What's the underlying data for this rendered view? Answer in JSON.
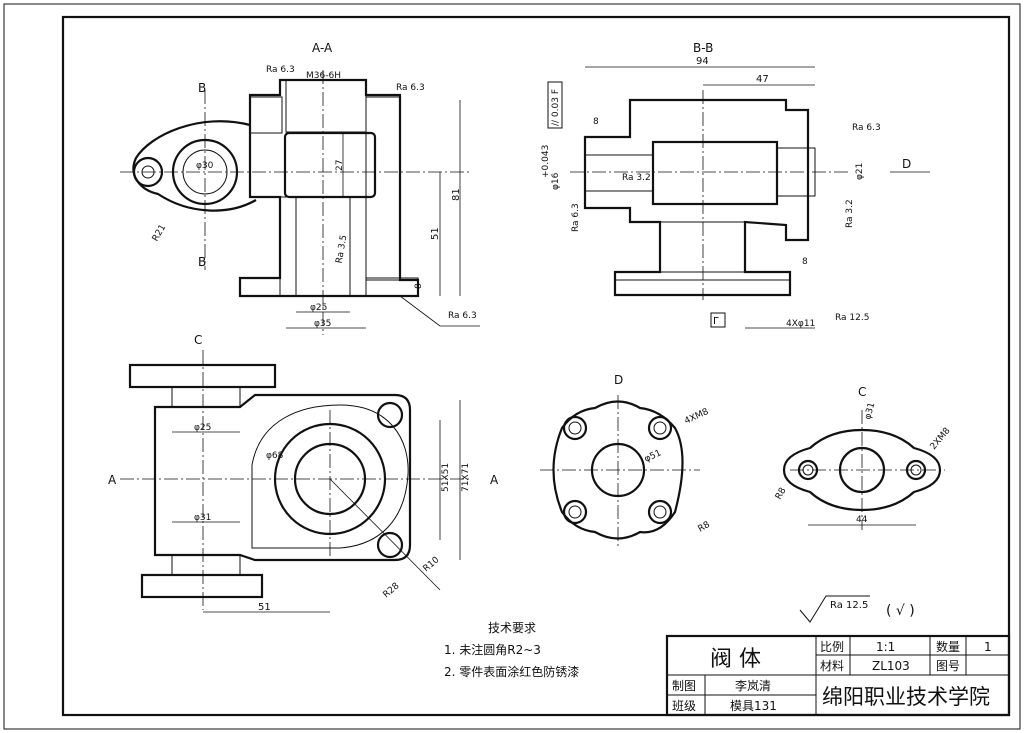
{
  "views": {
    "section_aa": "A-A",
    "section_bb": "B-B",
    "view_d": "D",
    "view_c": "C",
    "marks": {
      "b": "B",
      "a": "A",
      "c": "C",
      "d": "D"
    }
  },
  "dims_aa": {
    "thread": "M36-6H",
    "ra_top_left": "Ra 6.3",
    "ra_top_right": "Ra 6.3",
    "d30": "φ30",
    "r21": "R21",
    "h27": "27",
    "h51": "51",
    "h81": "81",
    "h8": "8",
    "ra35": "Ra 3.5",
    "d25": "φ25",
    "d35": "φ35",
    "ra_bottom": "Ra 6.3"
  },
  "dims_bb": {
    "w94": "94",
    "w47": "47",
    "w8_left": "8",
    "tol_frame": "// 0.03 F",
    "d16": "φ16",
    "d16_tol": "+0.043",
    "ra32_inner": "Ra 3.2",
    "ra63_left": "Ra 6.3",
    "d21": "φ21",
    "ra63_right": "Ra 6.3",
    "ra32_right": "Ra 3.2",
    "w8_right": "8",
    "datum": "Г",
    "holes": "4Xφ11",
    "ra125": "Ra 12.5"
  },
  "dims_top": {
    "d25": "φ25",
    "d31": "φ31",
    "d68": "φ68",
    "s51": "51X51",
    "s71": "71X71",
    "r10": "R10",
    "r28": "R28",
    "w51": "51"
  },
  "dims_d": {
    "holes": "4XM8",
    "d51": "φ51",
    "r8": "R8"
  },
  "dims_c": {
    "d31": "φ31",
    "holes": "2XM8",
    "r8": "R8",
    "w44": "44"
  },
  "general_finish": {
    "symbol": "Ra 12.5",
    "bracket": "( √ )"
  },
  "tech_req": {
    "title": "技术要求",
    "item1": "1. 未注圆角R2~3",
    "item2": "2. 零件表面涂红色防锈漆"
  },
  "title_block": {
    "part_name": "阀 体",
    "scale_label": "比例",
    "scale_value": "1:1",
    "qty_label": "数量",
    "qty_value": "1",
    "material_label": "材料",
    "material_value": "ZL103",
    "drawing_no_label": "图号",
    "drawing_no_value": "",
    "drawn_label": "制图",
    "drawn_value": "李岚清",
    "class_label": "班级",
    "class_value": "模具131",
    "school": "绵阳职业技术学院"
  }
}
